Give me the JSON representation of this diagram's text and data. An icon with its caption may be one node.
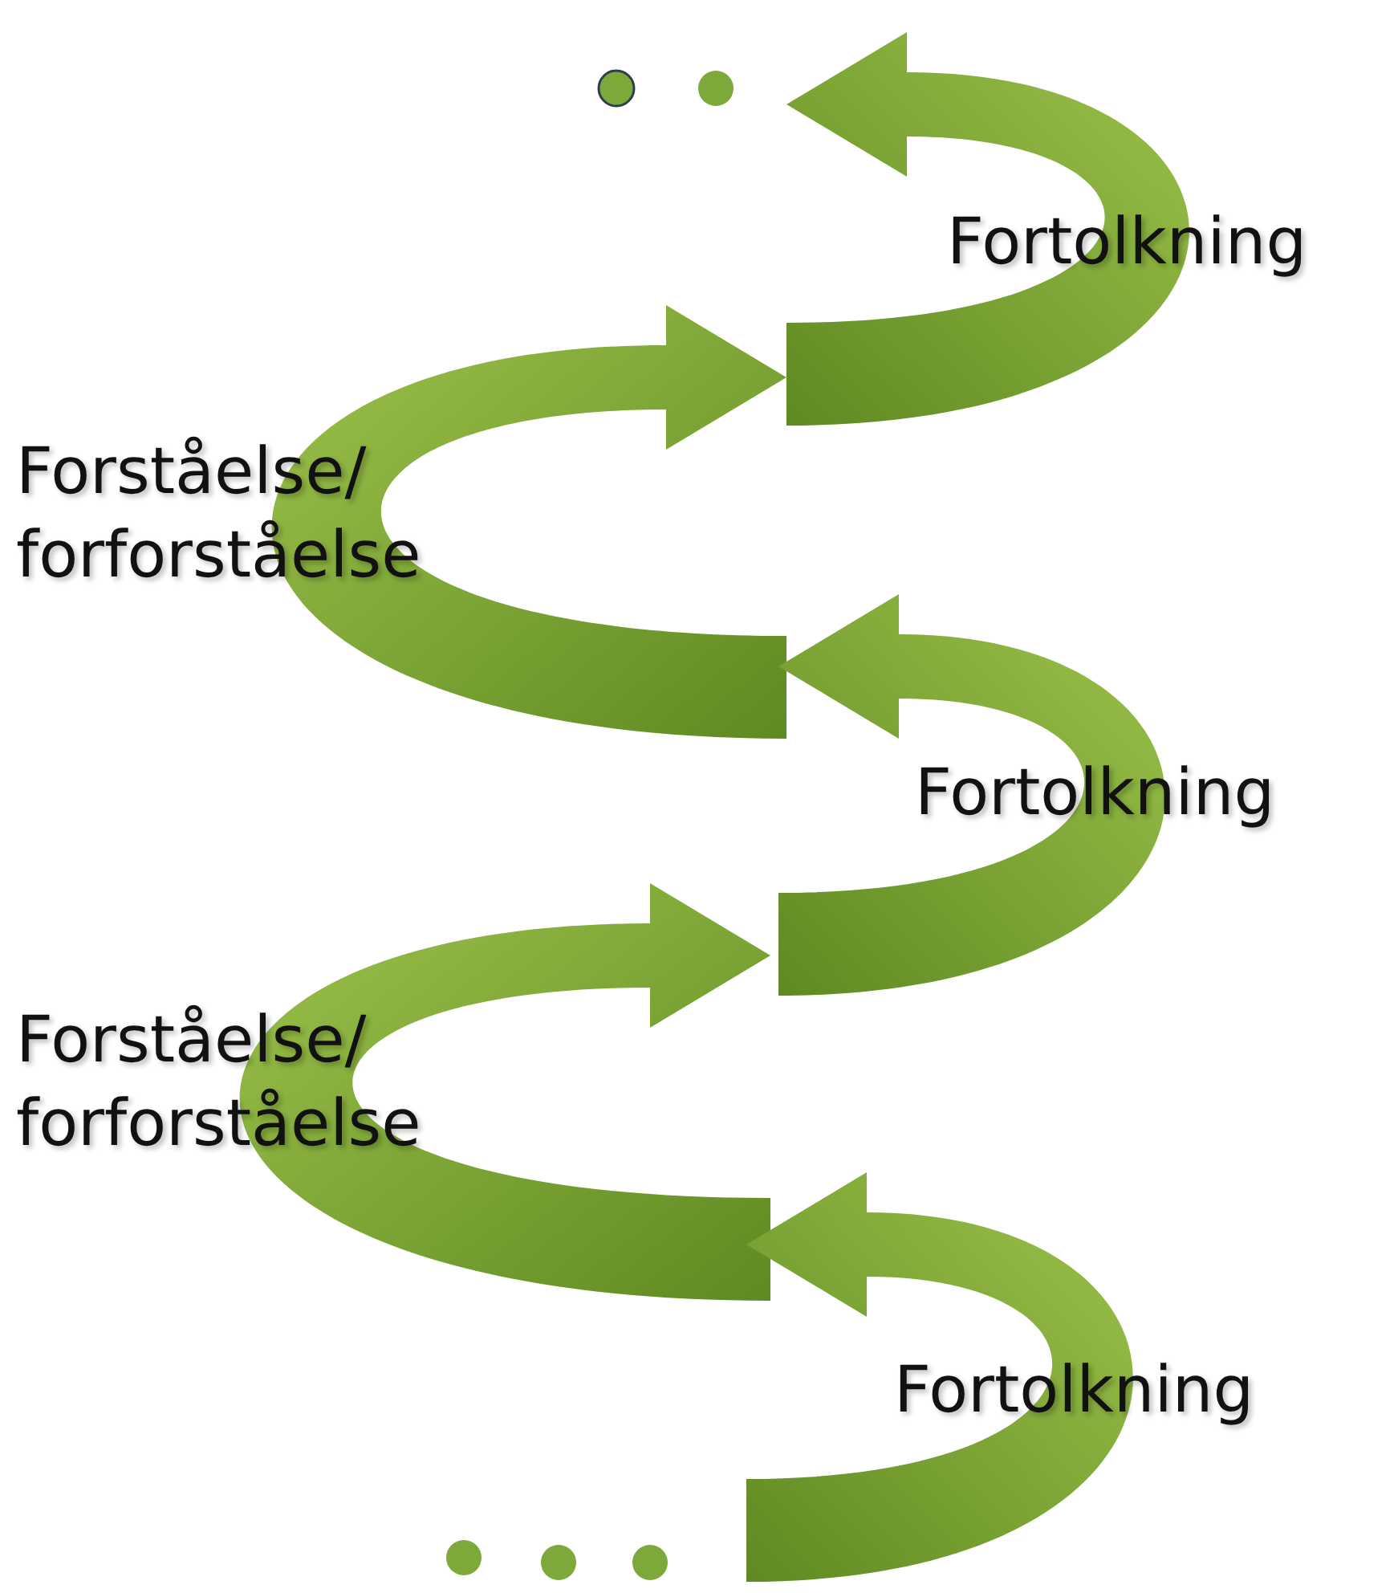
{
  "diagram": {
    "nodes": [
      {
        "text": [
          "Fortolkning"
        ]
      },
      {
        "text": [
          "Forståelse/ forforståelse"
        ]
      },
      {
        "text": [
          "Fortolkning"
        ]
      },
      {
        "text": [
          "Forståelse/ forforståelse"
        ]
      },
      {
        "text": [
          "Fortolkning"
        ]
      }
    ]
  }
}
